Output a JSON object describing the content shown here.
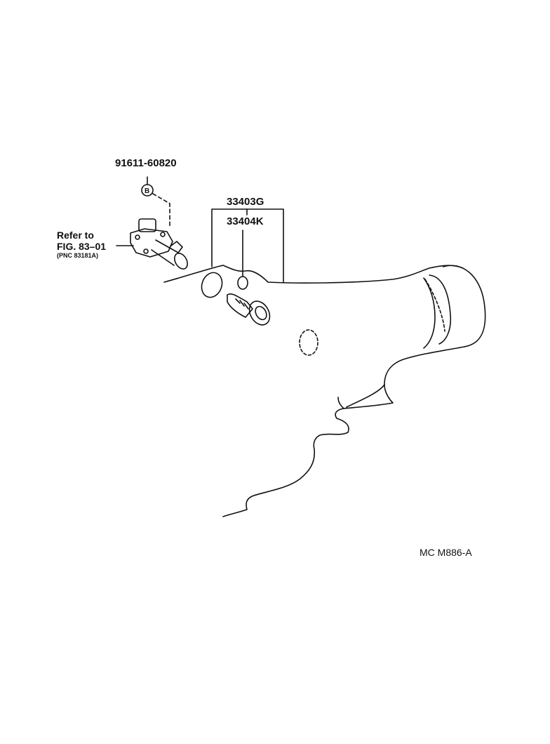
{
  "diagram": {
    "part_numbers": {
      "bolt_top": "91611-60820",
      "g": "33403G",
      "k": "33404K"
    },
    "reference": {
      "line1": "Refer to",
      "line2": "FIG. 83–01",
      "line3": "(PNC 83181A)"
    },
    "bolt_marker": "B",
    "figure_code": "MC M886-A"
  },
  "colors": {
    "ink": "#111111",
    "paper": "#ffffff"
  }
}
